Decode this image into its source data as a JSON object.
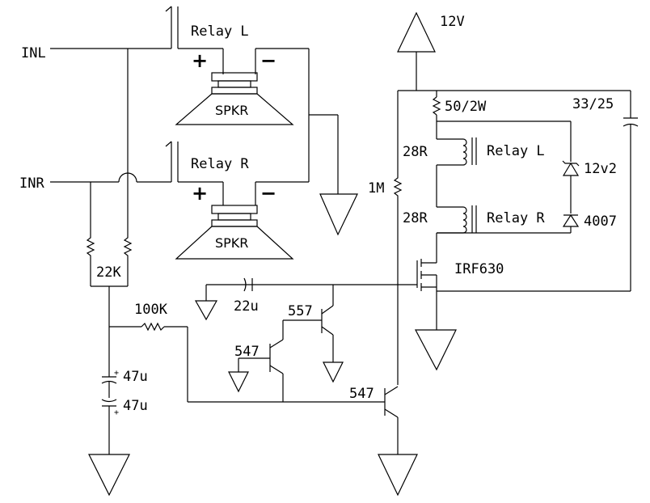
{
  "inputs": {
    "left": "INL",
    "right": "INR"
  },
  "supply": "12V",
  "relays": {
    "left": "Relay L",
    "right": "Relay R",
    "coil_left": "Relay L",
    "coil_right": "Relay R"
  },
  "speaker": {
    "label": "SPKR",
    "plus": "+",
    "minus": "−"
  },
  "components": {
    "r_input": "22K",
    "r_feed": "100K",
    "c_input1": "47u",
    "c_input2": "47u",
    "c_gate": "22u",
    "q1": "547",
    "q2": "557",
    "q3": "547",
    "mosfet": "IRF630",
    "r_gate": "1M",
    "r_supply": "50/2W",
    "c_supply": "33/25",
    "coil_res_left": "28R",
    "coil_res_right": "28R",
    "zener": "12v2",
    "diode": "4007"
  }
}
